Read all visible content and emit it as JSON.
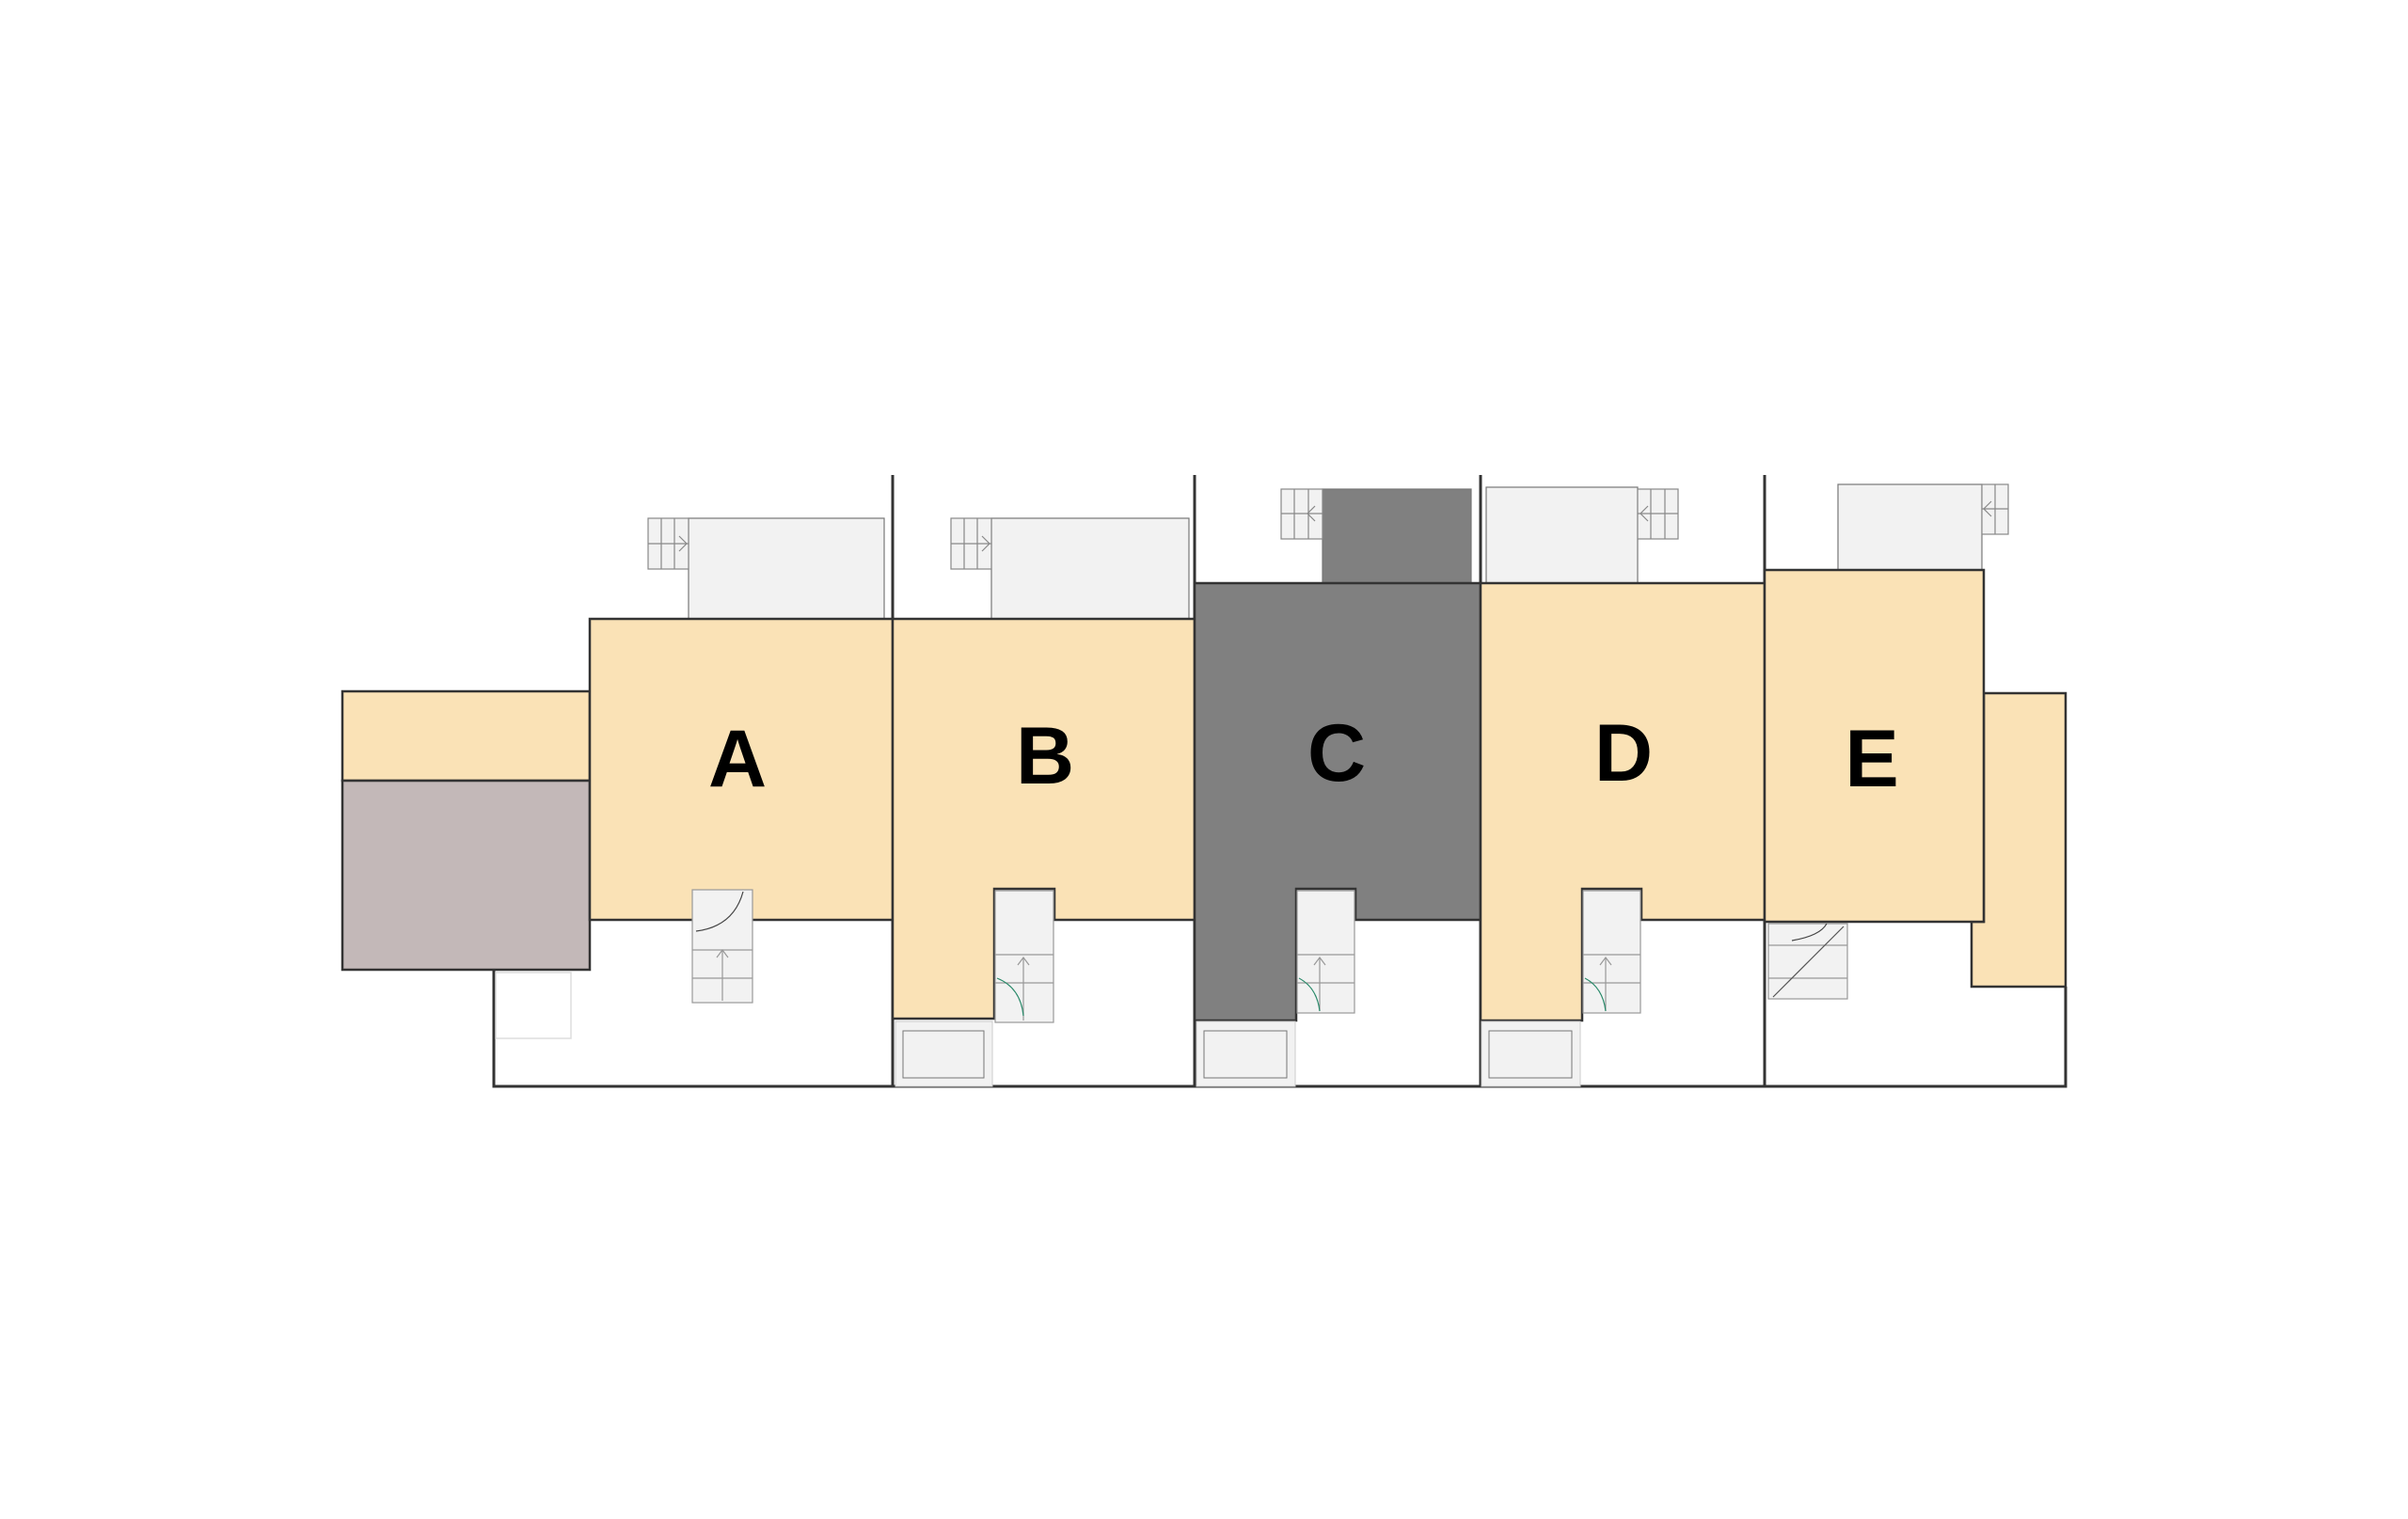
{
  "plan": {
    "units": [
      {
        "label": "A",
        "status": "available"
      },
      {
        "label": "B",
        "status": "available"
      },
      {
        "label": "C",
        "status": "unavailable"
      },
      {
        "label": "D",
        "status": "available"
      },
      {
        "label": "E",
        "status": "available"
      }
    ],
    "colors": {
      "available": "#fae2b6",
      "unavailable": "#808080",
      "annex": "#c3b8b8",
      "terrace": "#f2f2f2",
      "wall": "#333333"
    }
  }
}
